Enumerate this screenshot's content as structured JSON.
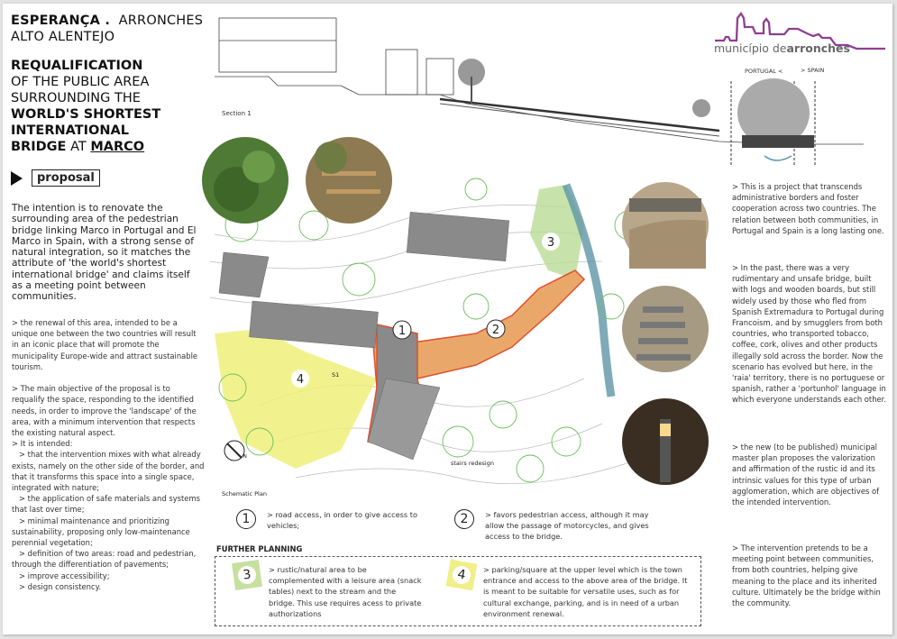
{
  "header": {
    "place_bold": "ESPERANÇA .",
    "place": "ARRONCHES",
    "region": "ALTO ALENTEJO"
  },
  "title": {
    "l1": "REQUALIFICATION",
    "l2": "OF THE PUBLIC AREA",
    "l3": "SURROUNDING THE",
    "l4": "WORLD'S SHORTEST",
    "l5": "INTERNATIONAL",
    "l6a": "BRIDGE",
    "l6b": " AT ",
    "l6c": "MARCO"
  },
  "proposal_label": "proposal",
  "intro": "The intention is to renovate the surrounding area of the pedestrian bridge linking Marco in Portugal and El Marco in Spain, with a strong sense of natural integration, so it matches the attribute of 'the world's shortest international bridge' and claims itself as a meeting point between communities.",
  "left_body": {
    "p1": "> the renewal of this area, intended to be a unique one between the two countries will result in an iconic place that will promote the municipality Europe-wide and attract sustainable tourism.",
    "p2": "> The main objective of the proposal is to requalify the space, responding to the identified needs, in order to improve the 'landscape' of the area, with a minimum intervention that respects the existing natural aspect.",
    "p3": "> It is intended:",
    "items": [
      "> that the intervention mixes with what already exists, namely on the other side of the border, and that it transforms this space into a single space, integrated with nature;",
      "> the application of safe materials and systems that last over time;",
      "> minimal maintenance and prioritizing sustainability, proposing only low-maintenance perennial vegetation;",
      "> definition of two areas: road and pedestrian, through the differentiation of pavements;",
      "> improve accessibility;",
      "> design consistency."
    ]
  },
  "right_body": [
    "> This is a project that transcends administrative borders and foster cooperation across two countries. The relation between both communities, in Portugal and Spain is a long lasting one.",
    "> In the past, there was a very rudimentary and unsafe bridge, built with logs and wooden boards, but still widely used by those who fled from Spanish Extremadura to Portugal during Francoism, and by smugglers from both countries, who transported tobacco, coffee, cork, olives and other products illegally sold across the border. Now the scenario has evolved but here, in the 'raia' territory, there is no portuguese or spanish, rather a 'portunhol' language in which everyone understands each other.",
    "> the new (to be published) municipal master plan proposes the valorization and affirmation of the rustic id and its intrinsic values for this type of urban agglomeration, which are objectives of the intended intervention.",
    "> The intervention pretends to be a meeting point between communities, from both countries, helping give meaning to the place and its inherited culture. Ultimately be the bridge within the community."
  ],
  "logo": {
    "text_light": "município de",
    "text_bold": "arronches",
    "color": "#8e3f91"
  },
  "section": {
    "label": "Section 1",
    "portugal": "PORTUGAL <",
    "spain": "> SPAIN"
  },
  "plan": {
    "label": "Schematic Plan",
    "stairs": "stairs redesign",
    "s1": "S1",
    "markers": [
      "1",
      "2",
      "3",
      "4"
    ],
    "north": "N"
  },
  "legend": [
    {
      "num": "1",
      "text": "> road access, in order to give access to vehicles;"
    },
    {
      "num": "2",
      "text": "> favors pedestrian access, although it may allow the passage of motorcycles, and  gives access to the bridge."
    }
  ],
  "further": {
    "title": "FURTHER PLANNING",
    "items": [
      {
        "num": "3",
        "color": "#c6e0a0",
        "text": "> rustic/natural area to be complemented with a leisure area (snack tables) next to the stream and the bridge. This use requires acess to private authorizations"
      },
      {
        "num": "4",
        "color": "#f0ef8a",
        "text": "> parking/square at the upper level which is the town entrance and access to the above area of the bridge. It is meant to be suitable for versatile uses, such as for cultural exchange, parking, and is in need of a urban environment renewal."
      }
    ]
  },
  "colors": {
    "path_orange": "#e9a86a",
    "outline_red": "#e0502a",
    "area3": "#b9dc96",
    "area4": "#eef07a",
    "stream": "#5f96a8",
    "building": "#8a8a8a"
  }
}
